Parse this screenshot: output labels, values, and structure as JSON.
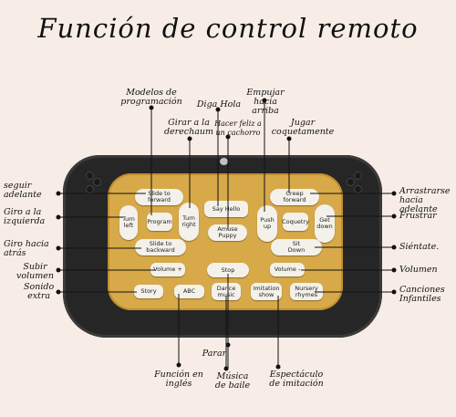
{
  "title": "Función de control remoto",
  "callouts": {
    "modelos": "Modelos de\nprogramación",
    "diga_hola": "Diga Hola",
    "empujar": "Empujar hacia\narriba",
    "girar_derecha": "Girar a la\nderechaum",
    "hacer_feliz": "Hacer feliz a\nun cachorro",
    "jugar": "Jugar\ncoquetamente",
    "seguir": "seguir\nadelante",
    "giro_izquierda": "Giro a la\nizquierda",
    "giro_atras": "Giro hacia\natrás",
    "subir_volumen": "Subir\nvolumen",
    "sonido_extra": "Sonido\nextra",
    "arrastrarse": "Arrastrarse\nhacia adelante",
    "frustrar": "Frustrar",
    "sientate": "Siéntate.",
    "volumen": "Volumen",
    "canciones": "Canciones\nInfantiles",
    "parar": "Parar",
    "funcion_ingles": "Función en\ninglés",
    "musica_baile": "Música\nde baile",
    "espectaculo": "Espectáculo\nde imitación"
  },
  "buttons": {
    "slide_forward": "Slide to\nforward",
    "turn_left": "Turn\nleft",
    "program": "Program",
    "turn_right": "Turn\nright",
    "say_hello": "Say Hello",
    "amuse_puppy": "Amuse Puppy",
    "push_up": "Push\nup",
    "creep_forward": "Creep\nforward",
    "coquetry": "Coquetry",
    "get_down": "Get\ndown",
    "slide_backward": "Slide to\nbackward",
    "sit_down": "Sit\nDown",
    "volume_plus": "Volume +",
    "stop": "Stop",
    "volume_minus": "Volume -",
    "story": "Story",
    "abc": "ABC",
    "dance_music": "Dance\nmusic",
    "imitation_show": "Imitation\nshow",
    "nursery_rhymes": "Nursery\nrhymes"
  }
}
